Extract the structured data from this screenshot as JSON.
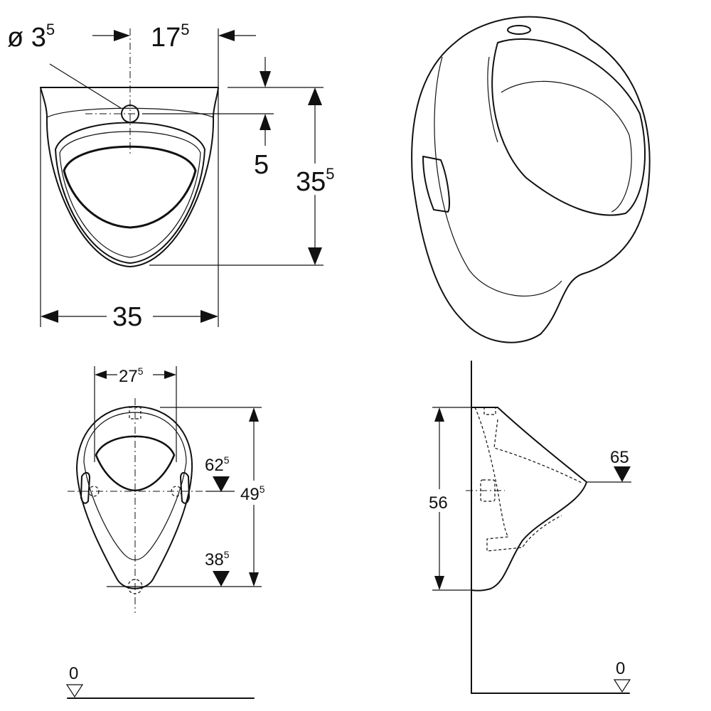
{
  "top_view": {
    "hole_diameter": {
      "prefix": "ø 3",
      "sup": "5"
    },
    "hole_offset": {
      "main": "17",
      "sup": "5"
    },
    "hole_depth": "5",
    "height": {
      "main": "35",
      "sup": "5"
    },
    "width": "35"
  },
  "front_view": {
    "inlet_width": {
      "main": "27",
      "sup": "5"
    },
    "fixing_height": {
      "main": "62",
      "sup": "5"
    },
    "distance": {
      "main": "49",
      "sup": "5"
    },
    "outlet_height": {
      "main": "38",
      "sup": "5"
    },
    "floor_level": "0"
  },
  "side_view": {
    "height": "56",
    "rim_height": "65",
    "floor_level": "0"
  }
}
